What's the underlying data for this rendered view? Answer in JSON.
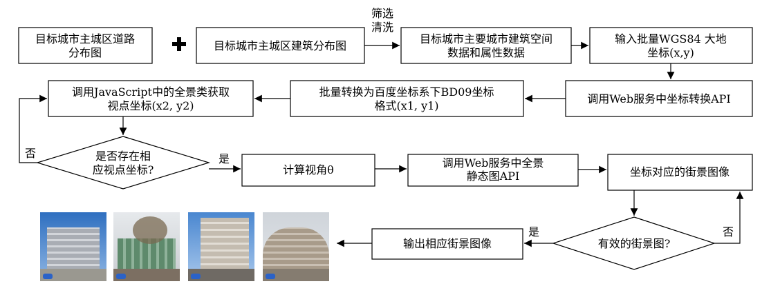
{
  "boxes": {
    "road_map": [
      "目标城市主城区道路",
      "分布图"
    ],
    "building_map": [
      "目标城市主城区建筑分布图"
    ],
    "spatial_data": [
      "目标城市主要城市建筑空间",
      "数据和属性数据"
    ],
    "input_coords": [
      "输入批量WGS84 大地",
      "坐标(x,y)"
    ],
    "get_viewpoint": [
      "调用JavaScript中的全景类获取",
      "视点坐标(x2, y2)"
    ],
    "batch_convert": [
      "批量转换为百度坐标系下BD09坐标",
      "格式(x1, y1)"
    ],
    "coord_api": [
      "调用Web服务中坐标转换API"
    ],
    "calc_angle": [
      "计算视角θ"
    ],
    "static_api": [
      "调用Web服务中全景",
      "静态图API"
    ],
    "street_view": [
      "坐标对应的街景图像"
    ],
    "output_images": [
      "输出相应街景图像"
    ]
  },
  "decisions": {
    "viewpoint_exists": [
      "是否存在相",
      "应视点坐标?"
    ],
    "valid_image": [
      "有效的街景图?"
    ]
  },
  "labels": {
    "filter": [
      "筛选",
      "清洗"
    ],
    "plus": "+",
    "yes_1": "是",
    "no_1": "否",
    "yes_2": "是",
    "no_2": "否"
  },
  "photos": [
    {
      "name": "street-view-photo-1",
      "sky": "#3f7fc9",
      "building": "#b9bcc2"
    },
    {
      "name": "street-view-photo-2",
      "sky": "#e9ecef",
      "building": "#6f8f7a"
    },
    {
      "name": "street-view-photo-3",
      "sky": "#5c93d4",
      "building": "#cfc8bd"
    },
    {
      "name": "street-view-photo-4",
      "sky": "#d7dbe0",
      "building": "#b5a999"
    }
  ]
}
